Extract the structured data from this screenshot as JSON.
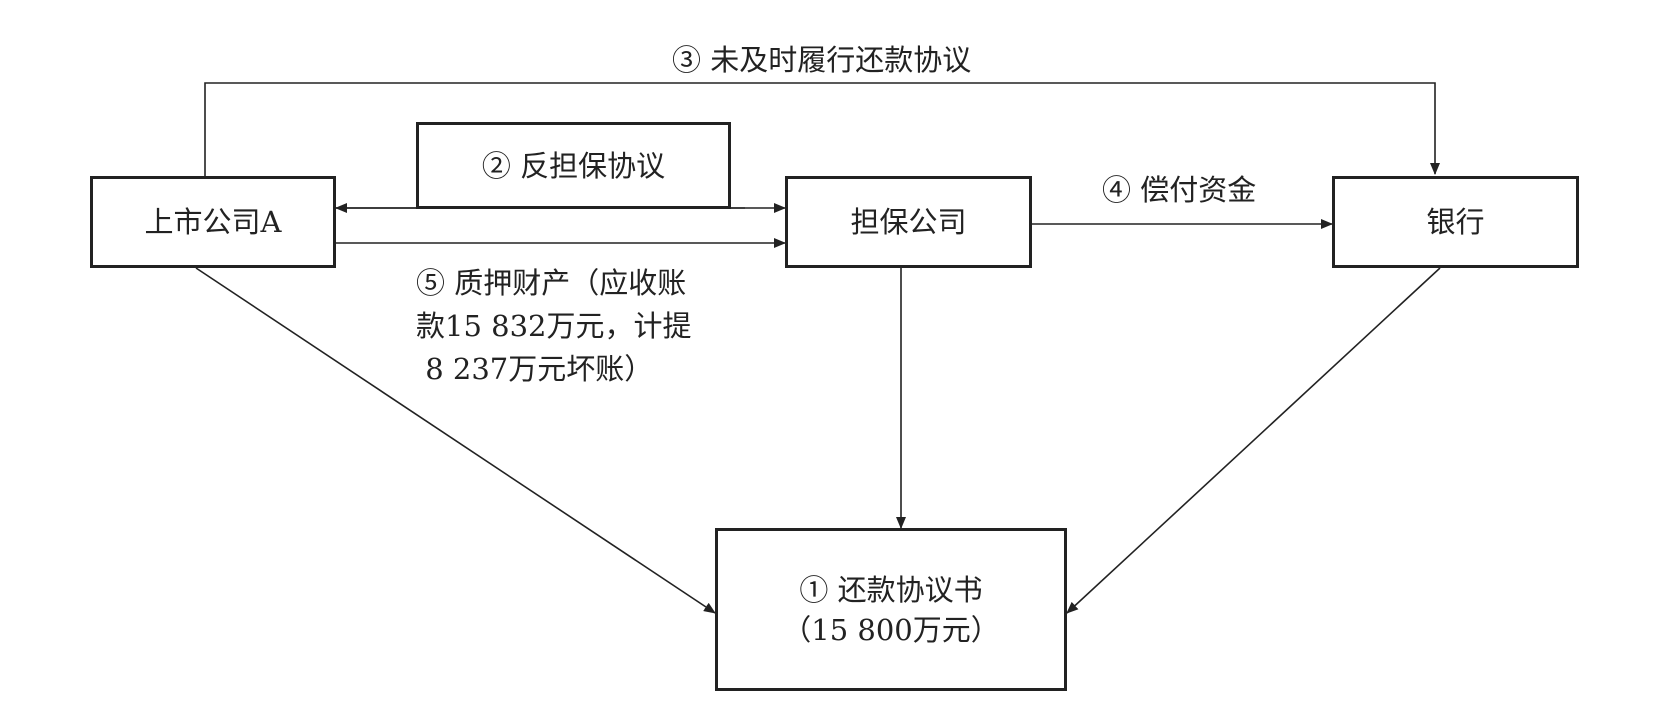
{
  "nodes": {
    "listed_company": {
      "label": "上市公司A"
    },
    "guarantee_company": {
      "label": "担保公司"
    },
    "bank": {
      "label": "银行"
    },
    "counter_guarantee": {
      "label": "② 反担保协议"
    },
    "repayment_agreement": {
      "line1": "① 还款协议书",
      "line2": "（15 800万元）"
    }
  },
  "edges": {
    "failed_repayment": {
      "label": "③ 未及时履行还款协议"
    },
    "compensation": {
      "label": "④ 偿付资金"
    },
    "pledged_property": {
      "line1": "⑤ 质押财产（应收账",
      "line2": "款15 832万元，计提",
      "line3": " 8 237万元坏账）"
    }
  },
  "colors": {
    "stroke": "#222222",
    "background": "#ffffff"
  }
}
